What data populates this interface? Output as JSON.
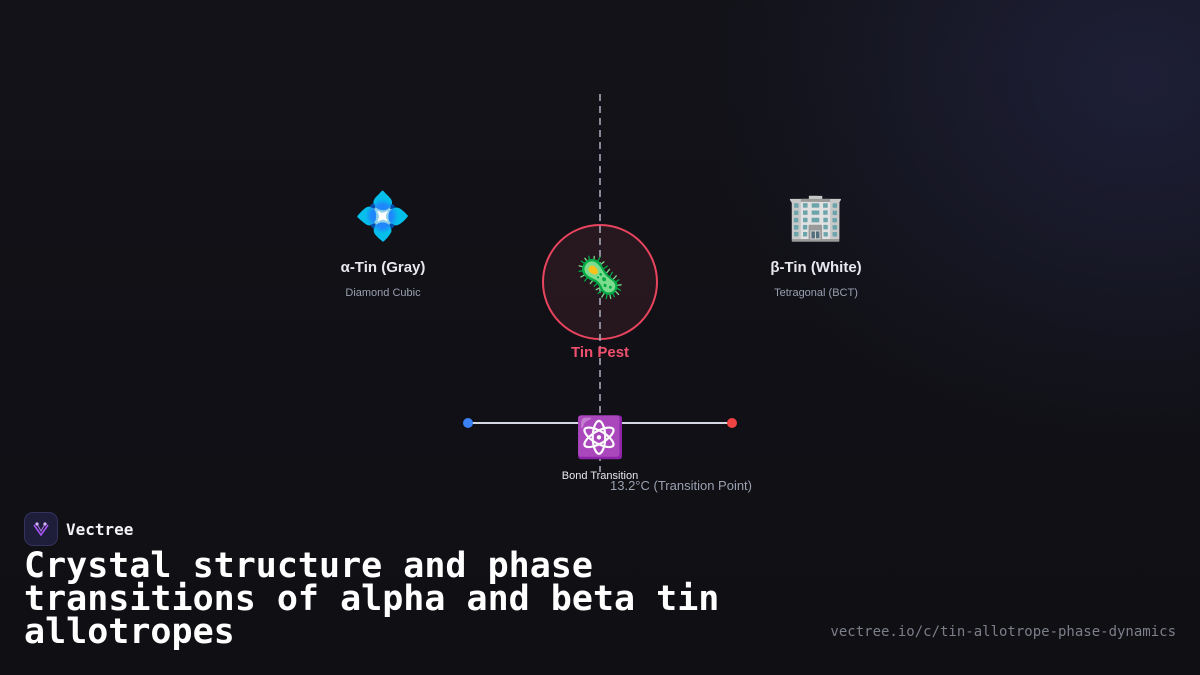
{
  "diagram": {
    "alpha": {
      "icon": "💠",
      "icon_name": "diamond-crystal-icon",
      "title": "α-Tin (Gray)",
      "subtitle": "Diamond Cubic",
      "color": "#3b82f6"
    },
    "beta": {
      "icon": "🏢",
      "icon_name": "office-building-icon",
      "title": "β-Tin (White)",
      "subtitle": "Tetragonal (BCT)",
      "color": "#ef4444"
    },
    "center": {
      "icon": "🦠",
      "icon_name": "microbe-icon",
      "label": "Tin Pest",
      "color": "#f0506e"
    },
    "bond": {
      "icon": "⚛️",
      "icon_name": "atom-icon",
      "label": "Bond Transition"
    },
    "temperature": "13.2°C (Transition Point)"
  },
  "brand": {
    "name": "Vectree",
    "logo_icon": "vectree-logo-icon",
    "accent": "#a855f7"
  },
  "headline": "Crystal structure and phase transitions of alpha and beta tin allotropes",
  "url": "vectree.io/c/tin-allotrope-phase-dynamics"
}
